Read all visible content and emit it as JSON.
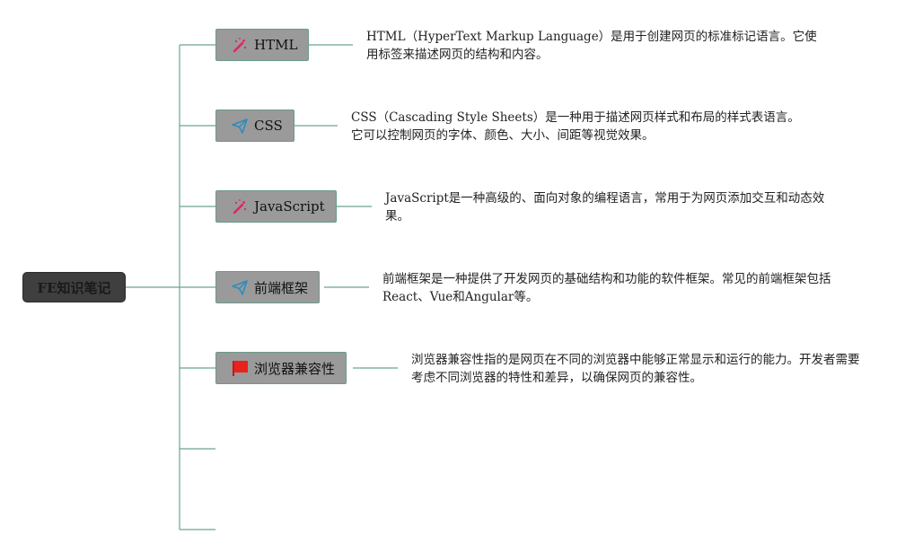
{
  "root": {
    "label": "FE知识笔记"
  },
  "topics": [
    {
      "label": "HTML",
      "icon": "magic-wand-icon",
      "description": "HTML（HyperText Markup Language）是用于创建网页的标准标记语言。它使用标签来描述网页的结构和内容。"
    },
    {
      "label": "CSS",
      "icon": "paper-plane-icon",
      "description": "CSS（Cascading Style Sheets）是一种用于描述网页样式和布局的样式表语言。它可以控制网页的字体、颜色、大小、间距等视觉效果。"
    },
    {
      "label": "JavaScript",
      "icon": "magic-wand-icon",
      "description": "JavaScript是一种高级的、面向对象的编程语言，常用于为网页添加交互和动态效果。"
    },
    {
      "label": "前端框架",
      "icon": "paper-plane-icon",
      "description": "前端框架是一种提供了开发网页的基础结构和功能的软件框架。常见的前端框架包括React、Vue和Angular等。"
    },
    {
      "label": "浏览器兼容性",
      "icon": "red-flag-icon",
      "description": "浏览器兼容性指的是网页在不同的浏览器中能够正常显示和运行的能力。开发者需要考虑不同浏览器的特性和差异，以确保网页的兼容性。"
    }
  ],
  "colors": {
    "connector": "#6aa595",
    "root_fill": "#3f3f3f",
    "topic_fill": "#9a9a9a",
    "wand_icon": "#e0245e",
    "plane_icon": "#2e8bc0",
    "flag_icon": "#e8231e"
  }
}
